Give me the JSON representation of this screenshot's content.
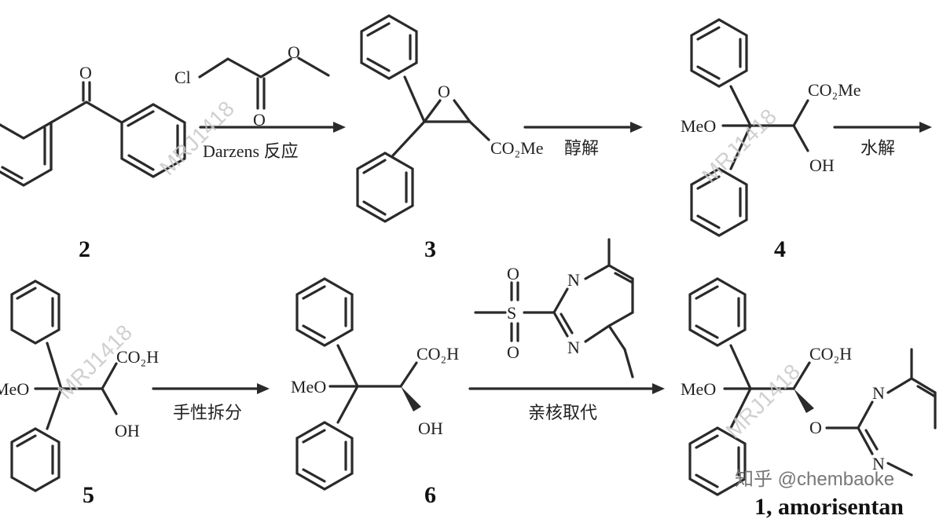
{
  "compounds": [
    {
      "id": "2"
    },
    {
      "id": "3"
    },
    {
      "id": "4"
    },
    {
      "id": "5"
    },
    {
      "id": "6"
    },
    {
      "id": "1",
      "name": "1, amorisentan"
    }
  ],
  "compound_labels": {
    "c2": "2",
    "c3": "3",
    "c4": "4",
    "c5": "5",
    "c6": "6",
    "c1": "1, amorisentan"
  },
  "reagents": {
    "chloroacetate": {
      "cl": "Cl",
      "o_ether": "O",
      "o_carbonyl": "O"
    },
    "sulfonyl": {
      "o_top": "O",
      "s": "S",
      "o_bottom": "O",
      "n_top": "N",
      "n_bottom": "N"
    }
  },
  "steps": [
    {
      "label": "Darzens 反应"
    },
    {
      "label": "醇解"
    },
    {
      "label": "水解"
    },
    {
      "label": "手性拆分"
    },
    {
      "label": "亲核取代"
    }
  ],
  "atoms": {
    "c2_o": "O",
    "c3_o": "O",
    "c3_ester": "CO₂Me",
    "c4_ester": "CO₂Me",
    "c4_meo": "MeO",
    "c4_oh": "OH",
    "c5_acid": "CO₂H",
    "c5_meo": "MeO",
    "c5_oh": "OH",
    "c6_acid": "CO₂H",
    "c6_meo": "MeO",
    "c6_oh": "OH",
    "c1_acid": "CO₂H",
    "c1_meo": "MeO",
    "c1_o": "O",
    "c1_n_top": "N",
    "c1_n_bottom": "N"
  },
  "watermark": "MRJ1418",
  "credit": "知乎 @chembaoke"
}
